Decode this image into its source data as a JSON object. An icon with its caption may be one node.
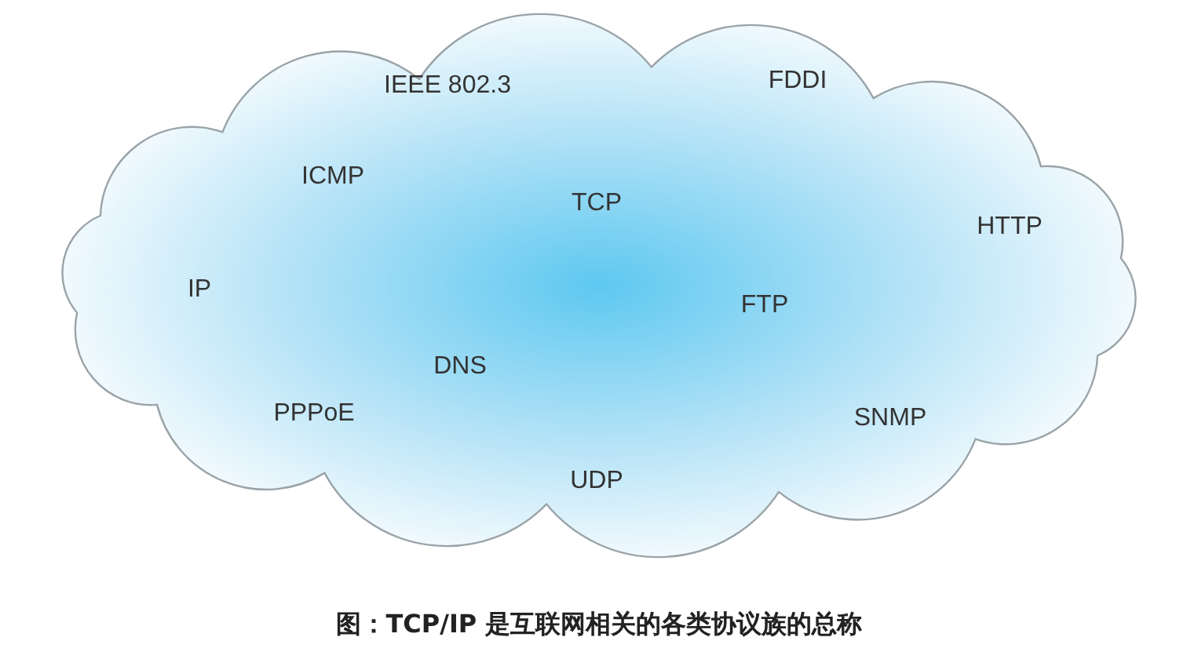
{
  "diagram": {
    "caption": "图：TCP/IP 是互联网相关的各类协议族的总称",
    "nodes": [
      {
        "text": [
          "IEEE 802.3",
          "FDDI",
          "ICMP",
          "TCP",
          "HTTP",
          "IP",
          "FTP",
          "DNS",
          "PPPoE",
          "SNMP",
          "UDP"
        ]
      }
    ]
  }
}
